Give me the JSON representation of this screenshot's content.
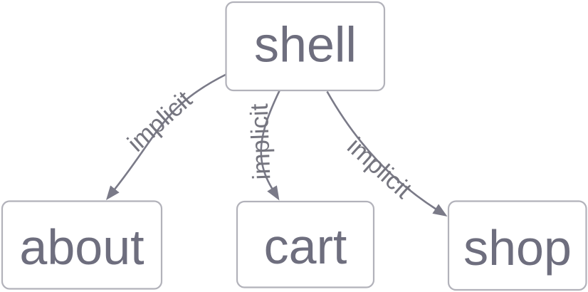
{
  "diagram": {
    "type": "project-dependency-graph",
    "nodes": [
      {
        "id": "shell",
        "label": "shell"
      },
      {
        "id": "about",
        "label": "about"
      },
      {
        "id": "cart",
        "label": "cart"
      },
      {
        "id": "shop",
        "label": "shop"
      }
    ],
    "edges": [
      {
        "source": "shell",
        "target": "about",
        "label": "implicit"
      },
      {
        "source": "shell",
        "target": "cart",
        "label": "implicit"
      },
      {
        "source": "shell",
        "target": "shop",
        "label": "implicit"
      }
    ],
    "colors": {
      "background": "#ffffff",
      "node_fill": "#ffffff",
      "node_border": "#b2b2ba",
      "node_text": "#6e6e7e",
      "edge_line": "#7a7a88",
      "edge_label": "#75757f"
    }
  }
}
